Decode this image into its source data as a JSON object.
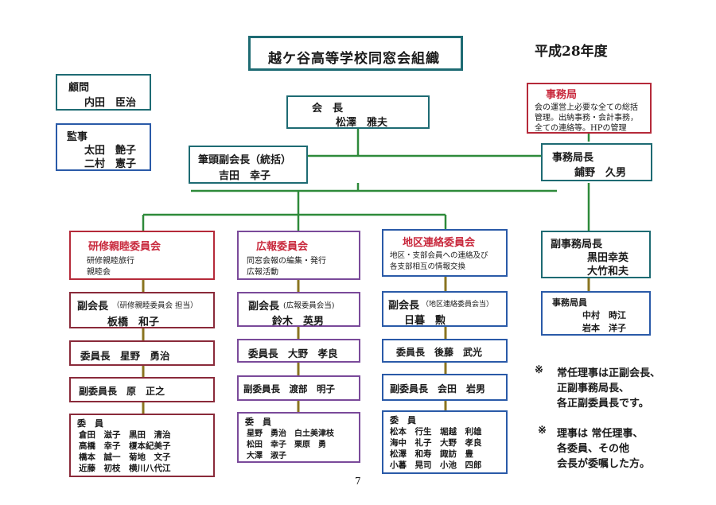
{
  "header": {
    "title": "越ケ谷高等学校同窓会組織",
    "year": "平成28年度"
  },
  "advisor": {
    "label": "顧問",
    "names": [
      "内田　臣治"
    ]
  },
  "auditor": {
    "label": "監事",
    "names": [
      "太田　艶子",
      "二村　憲子"
    ]
  },
  "president": {
    "label": "会　長",
    "name": "松澤　雅夫"
  },
  "vice_president": {
    "label": "筆頭副会長（統括）",
    "name": "吉田　幸子"
  },
  "secretariat": {
    "title": "事務局",
    "lines": [
      "会の運営上必要な全ての総括",
      "管理。出納事務・会計事務，",
      "全ての連絡等。HPの管理"
    ]
  },
  "secretariat_head": {
    "label": "事務局長",
    "name": "鋪野　久男"
  },
  "deputy_secretariat": {
    "label": "副事務局長",
    "names": [
      "黒田幸英",
      "大竹和夫"
    ]
  },
  "secretariat_staff": {
    "label": "事務局員",
    "names": [
      "中村　時江",
      "岩本　洋子"
    ]
  },
  "committees": [
    {
      "title": "研修親睦委員会",
      "desc": [
        "研修親睦旅行",
        "親睦会"
      ],
      "vice_label": "副会長",
      "vice_note": "（研修親睦委員会 担当）",
      "vice_name": "板橋　和子",
      "chair": "委員長　星野　勇治",
      "vice_chair": "副委員長　原　正之",
      "members_label": "委　員",
      "members": [
        "倉田　滋子　黒田　清治",
        "高橋　幸子　榎本紀美子",
        "橋本　誠一　菊地　文子",
        "近藤　初枝　横川八代江"
      ]
    },
    {
      "title": "広報委員会",
      "desc": [
        "同窓会報の編集・発行",
        "広報活動"
      ],
      "vice_label": "副会長",
      "vice_note": "(広報委員会当)",
      "vice_name": "鈴木　英男",
      "chair": "委員長　大野　孝良",
      "vice_chair": "副委員長　渡部　明子",
      "members_label": "委　員",
      "members": [
        "星野　勇治　白土美津枝",
        "松田　幸子　栗原　勇",
        "大澤　淑子"
      ]
    },
    {
      "title": "地区連絡委員会",
      "desc": [
        "地区・支部会員への連絡及び",
        "各支部相互の情報交換"
      ],
      "vice_label": "副会長",
      "vice_note": "（地区連絡委員会当）",
      "vice_name": "日暮　勲",
      "chair": "委員長　後藤　武光",
      "vice_chair": "副委員長　会田　岩男",
      "members_label": "委　員",
      "members": [
        "松本　行生　堀越　利雄",
        "海中　礼子　大野　孝良",
        "松澤　和寿　諏訪　豊",
        "小暮　晃司　小池　四郎"
      ]
    }
  ],
  "notes": [
    [
      "※",
      "常任理事は正副会長、",
      "正副事務局長、",
      "各正副委員長です。"
    ],
    [
      "※",
      "理事は 常任理事、",
      "各委員、その他",
      "会長が委嘱した方。"
    ]
  ],
  "page_number": "7",
  "colors": {
    "connector": "#2e8a3a",
    "highlight": "#c8283c"
  }
}
